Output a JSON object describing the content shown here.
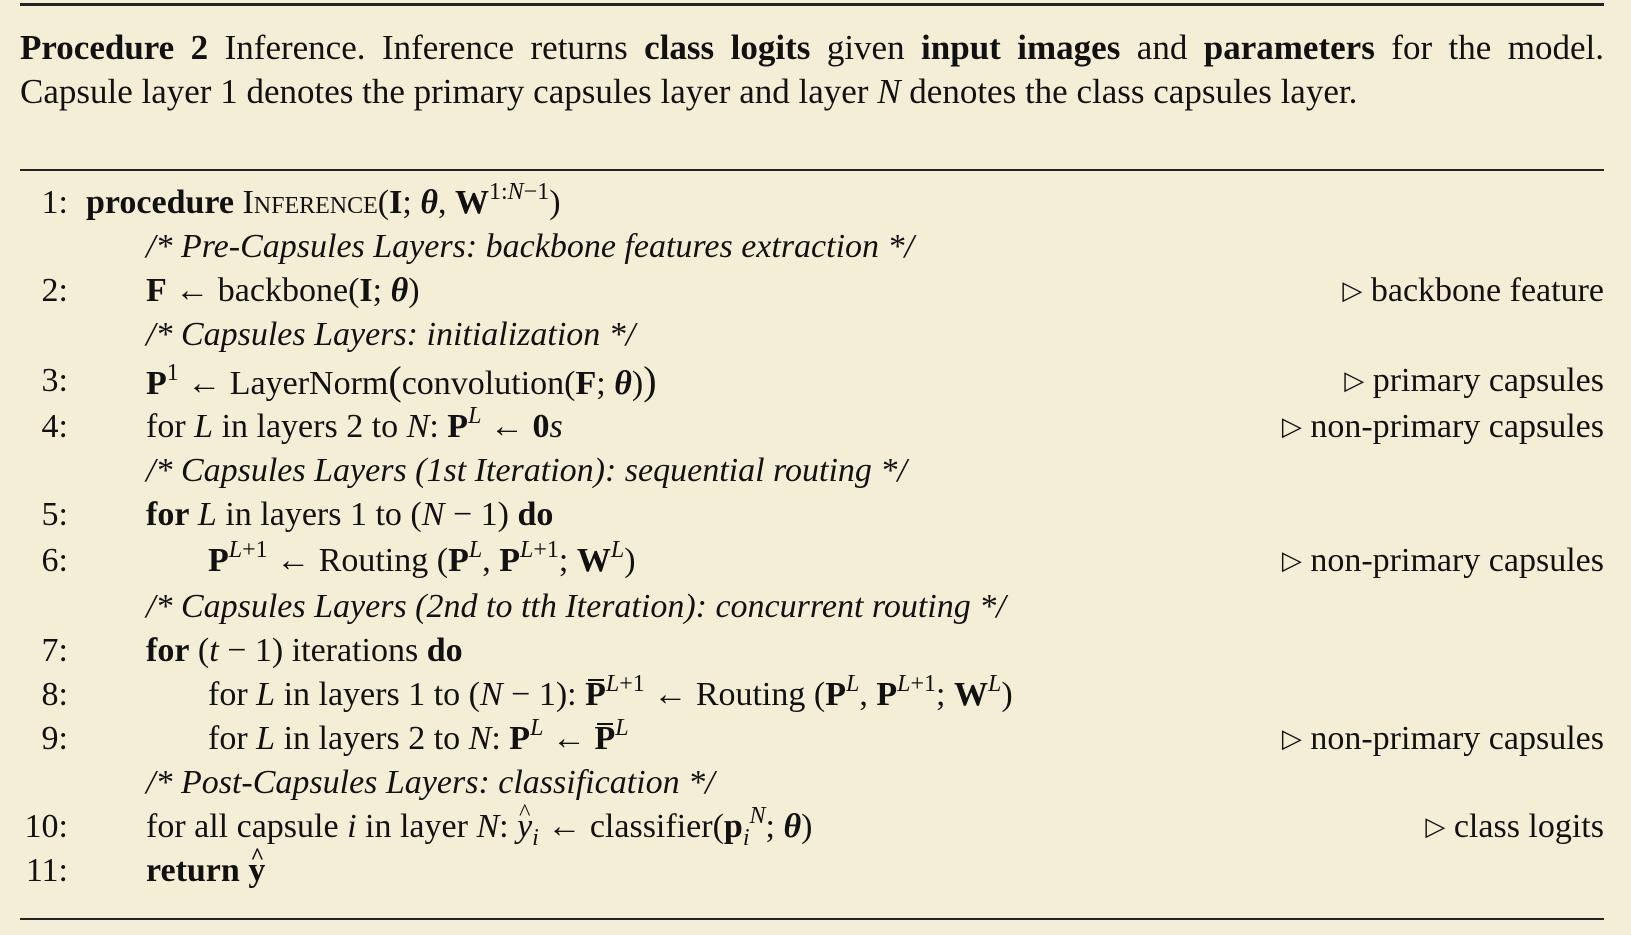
{
  "caption": {
    "label": "Procedure 2",
    "part1": " Inference. Inference returns ",
    "bold1": "class logits",
    "part2": " given ",
    "bold2": "input images",
    "part3": " and ",
    "bold3": "parameters",
    "part4": " for the model. Capsule layer 1 denotes the primary capsules layer and layer ",
    "var_n": "N",
    "part5": " denotes the class capsules layer."
  },
  "lines": [
    {
      "num": "1:",
      "comment": ""
    },
    {
      "num": "",
      "text": "/* Pre-Capsules Layers: backbone features extraction */"
    },
    {
      "num": "2:",
      "comment": "backbone feature"
    },
    {
      "num": "",
      "text": "/* Capsules Layers: initialization */"
    },
    {
      "num": "3:",
      "comment": "primary capsules"
    },
    {
      "num": "4:",
      "comment": "non-primary capsules"
    },
    {
      "num": "",
      "text": "/* Capsules Layers (1st Iteration): sequential routing */"
    },
    {
      "num": "5:",
      "comment": ""
    },
    {
      "num": "6:",
      "comment": "non-primary capsules"
    },
    {
      "num": "",
      "text": "/* Capsules Layers (2nd to tth Iteration): concurrent routing */"
    },
    {
      "num": "7:",
      "comment": ""
    },
    {
      "num": "8:",
      "comment": ""
    },
    {
      "num": "9:",
      "comment": "non-primary capsules"
    },
    {
      "num": "",
      "text": "/* Post-Capsules Layers: classification */"
    },
    {
      "num": "10:",
      "comment": "class logits"
    },
    {
      "num": "11:",
      "comment": ""
    }
  ],
  "tokens": {
    "procedure": "procedure",
    "inference_name": "Inference",
    "for": "for",
    "do": "do",
    "return": "return",
    "backbone": "backbone",
    "layernorm": "LayerNorm",
    "convolution": "convolution",
    "routing": "Routing",
    "classifier": "classifier",
    "in_layers_2_to": " in layers 2 to ",
    "in_layers_1_to": " in layers 1 to ",
    "iterations": " iterations ",
    "for_all_capsule": "for all capsule ",
    "in_layer": " in layer ",
    "zeros": "s"
  },
  "colors": {
    "background": "#f5eed7",
    "text": "#111111"
  }
}
